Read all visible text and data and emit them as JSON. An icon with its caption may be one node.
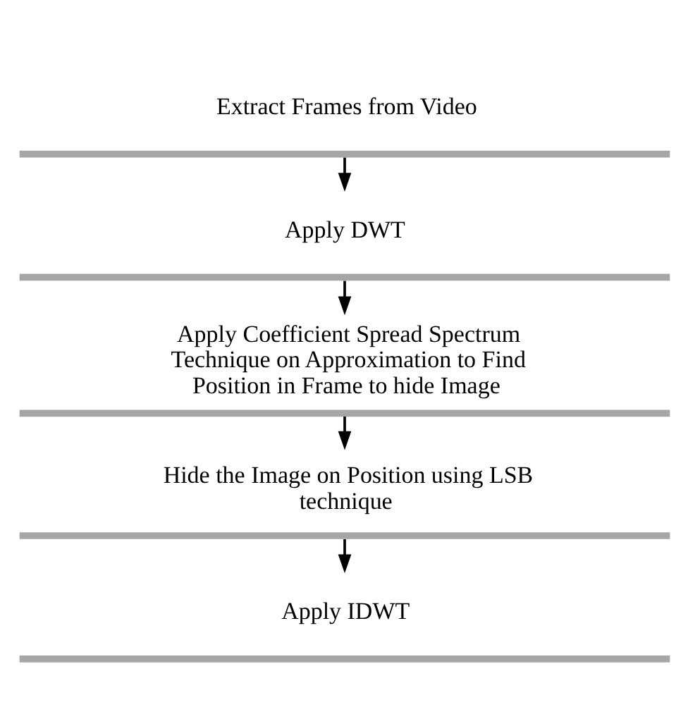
{
  "diagram": {
    "nodes": [
      {
        "text": [
          "Extract Frames from Video"
        ]
      },
      {
        "text": [
          "Apply DWT"
        ]
      },
      {
        "text": [
          "Apply Coefficient Spread Spectrum Technique on Approximation to Find Position in Frame to hide Image"
        ]
      },
      {
        "text": [
          "Hide the Image on Position using LSB technique"
        ]
      },
      {
        "text": [
          "Apply IDWT"
        ]
      }
    ],
    "edges": [
      {
        "from": 0,
        "to": 1,
        "arrow": "to"
      },
      {
        "from": 1,
        "to": 2,
        "arrow": "to"
      },
      {
        "from": 2,
        "to": 3,
        "arrow": "to"
      },
      {
        "from": 3,
        "to": 4,
        "arrow": "to"
      }
    ]
  }
}
